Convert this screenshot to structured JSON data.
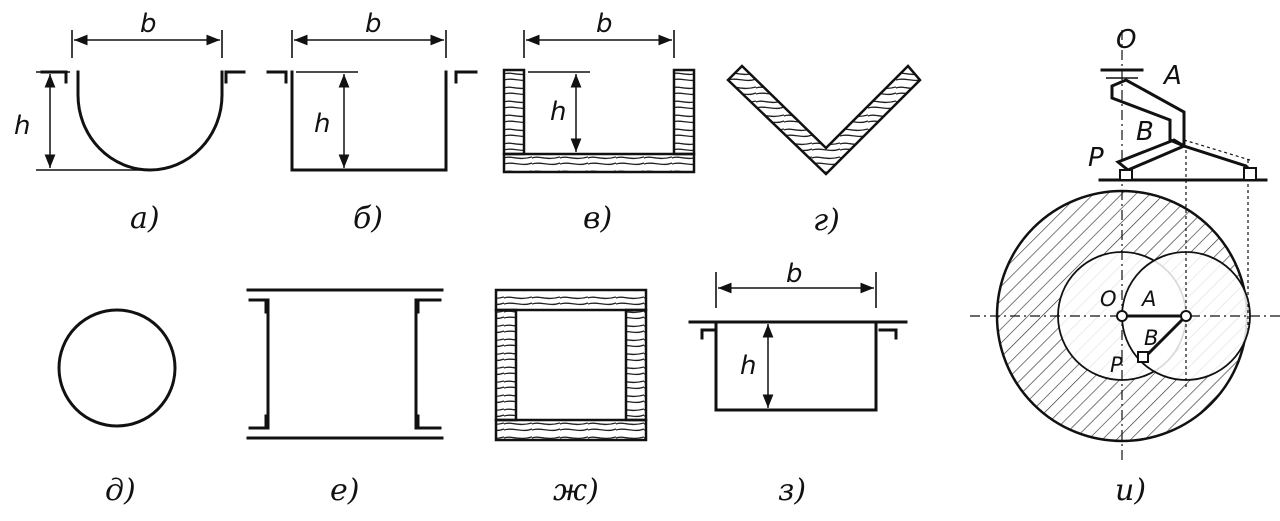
{
  "figure": {
    "captions": {
      "a": "а)",
      "b": "б)",
      "v": "в)",
      "g": "г)",
      "d": "д)",
      "e": "е)",
      "zh": "ж)",
      "z": "з)",
      "i": "и)"
    },
    "dim_labels": {
      "width": "b",
      "height": "h"
    },
    "point_labels": {
      "O": "O",
      "A": "A",
      "B": "B",
      "P": "P"
    }
  }
}
